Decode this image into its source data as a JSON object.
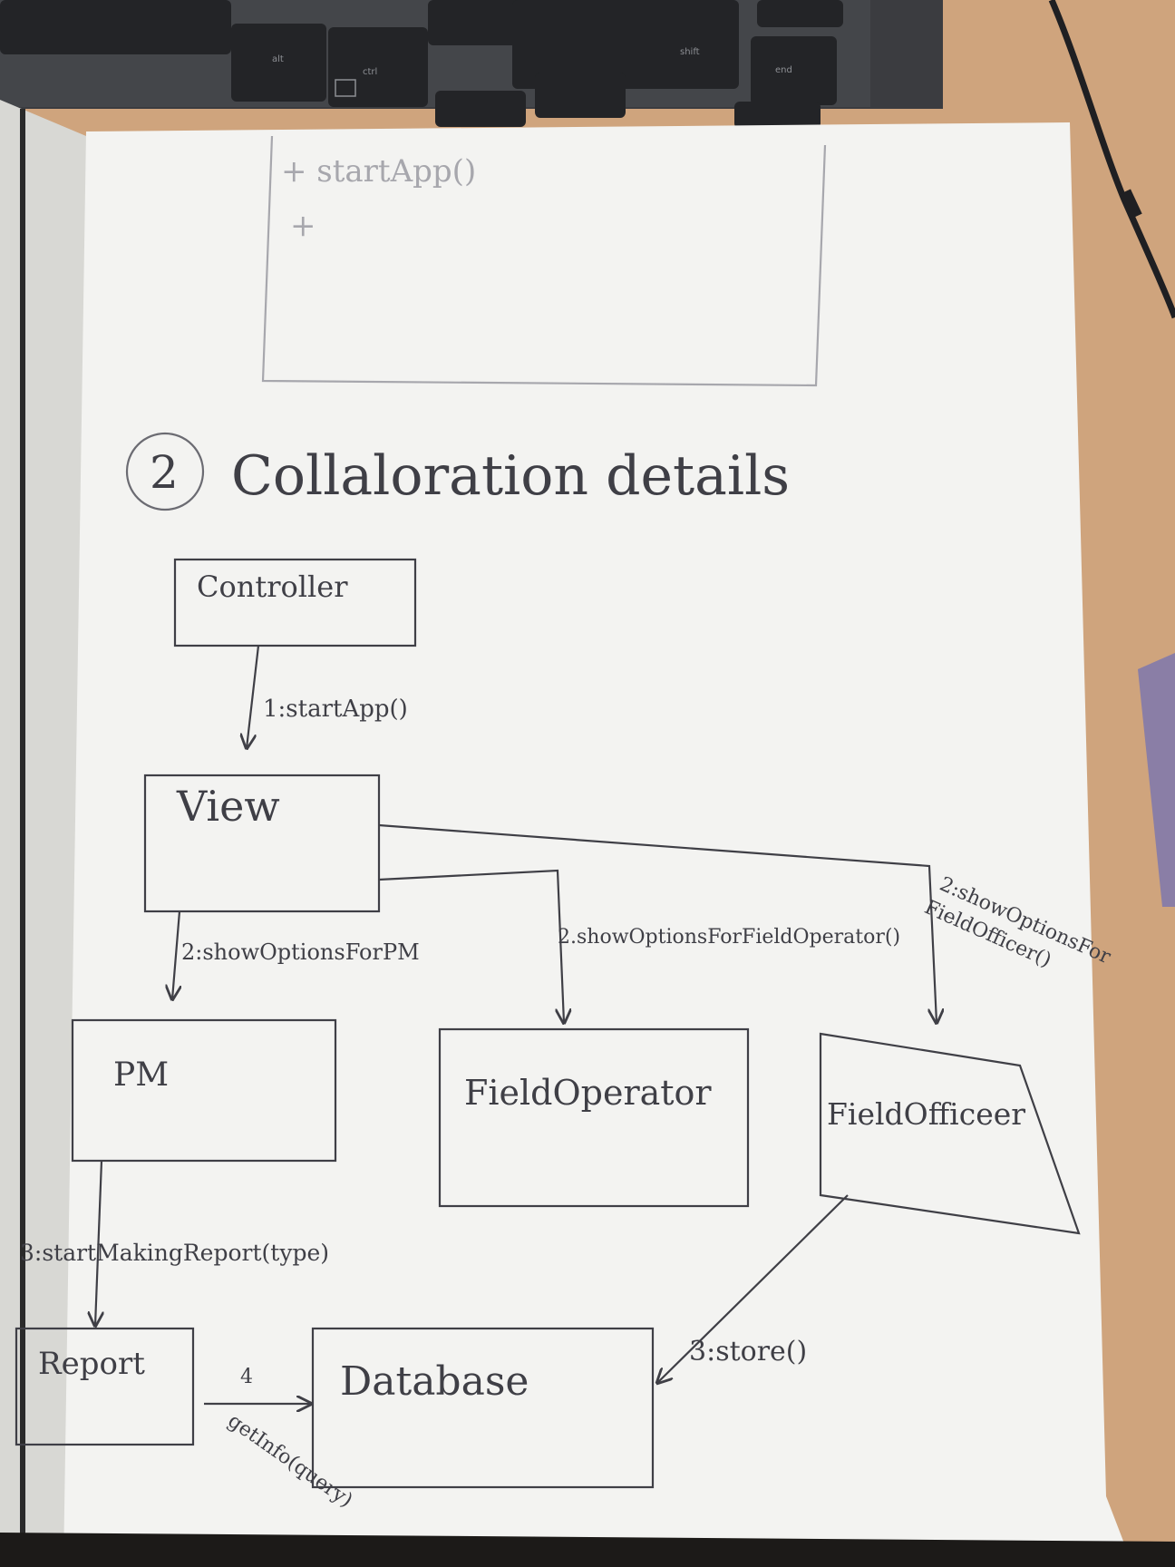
{
  "colors": {
    "paper": "#f3f3f1",
    "ink": "#3f3f46",
    "faint_ink": "#a7a7ad",
    "desk": "#cfa47d",
    "laptop": "#3b3c40",
    "keys": "#232427"
  },
  "keyboard": {
    "keys": [
      "alt",
      "ctrl",
      "shift",
      "end"
    ]
  },
  "previous_section": {
    "method_1": "+ startApp()",
    "method_2": "+"
  },
  "section": {
    "number": "2",
    "title": "Collaloration details"
  },
  "objects": {
    "controller": "Controller",
    "view": "View",
    "pm": "PM",
    "field_operator": "FieldOperator",
    "field_officer": "FieldOfficeer",
    "report": "Report",
    "database": "Database"
  },
  "messages": {
    "start_app": "1:startApp()",
    "show_options_pm": "2:showOptionsForPM",
    "show_options_field_operator": "2.showOptionsForFieldOperator()",
    "show_options_field_officer_line1": "2:showOptionsFor",
    "show_options_field_officer_line2": "FieldOfficer()",
    "start_making_report": "3:startMakingReport(type)",
    "store": "3:store()",
    "get_info_number": "4",
    "get_info": "getInfo(query)"
  }
}
